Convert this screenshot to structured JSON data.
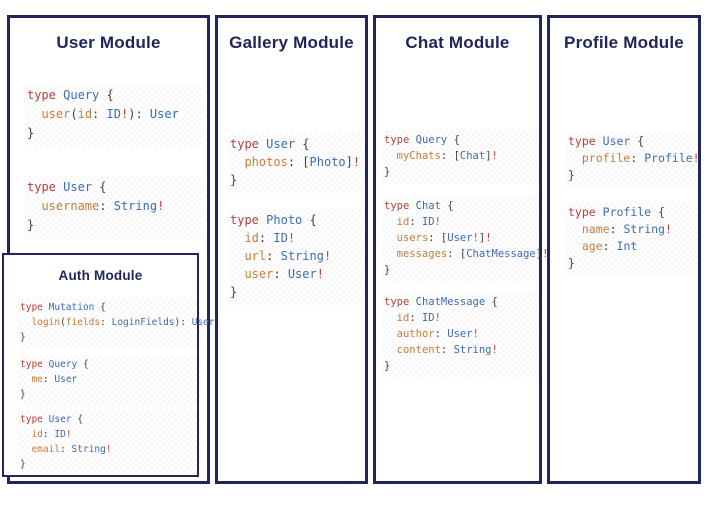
{
  "palette": {
    "navy": "#20255a",
    "keyword": "#b2423a",
    "type_name": "#3d6cb3",
    "field_name": "#c87c38",
    "punctuation": "#3f424a",
    "bang": "#bf4036"
  },
  "modules": {
    "user": {
      "title": "User Module",
      "blocks": [
        [
          "type Query {",
          "  user(id: ID!): User",
          "}"
        ],
        [
          "type User {",
          "  username: String!",
          "}"
        ]
      ]
    },
    "gallery": {
      "title": "Gallery Module",
      "blocks": [
        [
          "type User {",
          "  photos: [Photo]!",
          "}"
        ],
        [
          "type Photo {",
          "  id: ID!",
          "  url: String!",
          "  user: User!",
          "}"
        ]
      ]
    },
    "chat": {
      "title": "Chat Module",
      "blocks": [
        [
          "type Query {",
          "  myChats: [Chat]!",
          "}"
        ],
        [
          "type Chat {",
          "  id: ID!",
          "  users: [User!]!",
          "  messages: [ChatMessage]!",
          "}"
        ],
        [
          "type ChatMessage {",
          "  id: ID!",
          "  author: User!",
          "  content: String!",
          "}"
        ]
      ]
    },
    "profile": {
      "title": "Profile Module",
      "blocks": [
        [
          "type User {",
          "  profile: Profile!",
          "}"
        ],
        [
          "type Profile {",
          "  name: String!",
          "  age: Int",
          "}"
        ]
      ]
    },
    "auth": {
      "title": "Auth Module",
      "blocks": [
        [
          "type Mutation {",
          "  login(fields: LoginFields): User",
          "}"
        ],
        [
          "type Query {",
          "  me: User",
          "}"
        ],
        [
          "type User {",
          "  id: ID!",
          "  email: String!",
          "}"
        ]
      ]
    }
  }
}
